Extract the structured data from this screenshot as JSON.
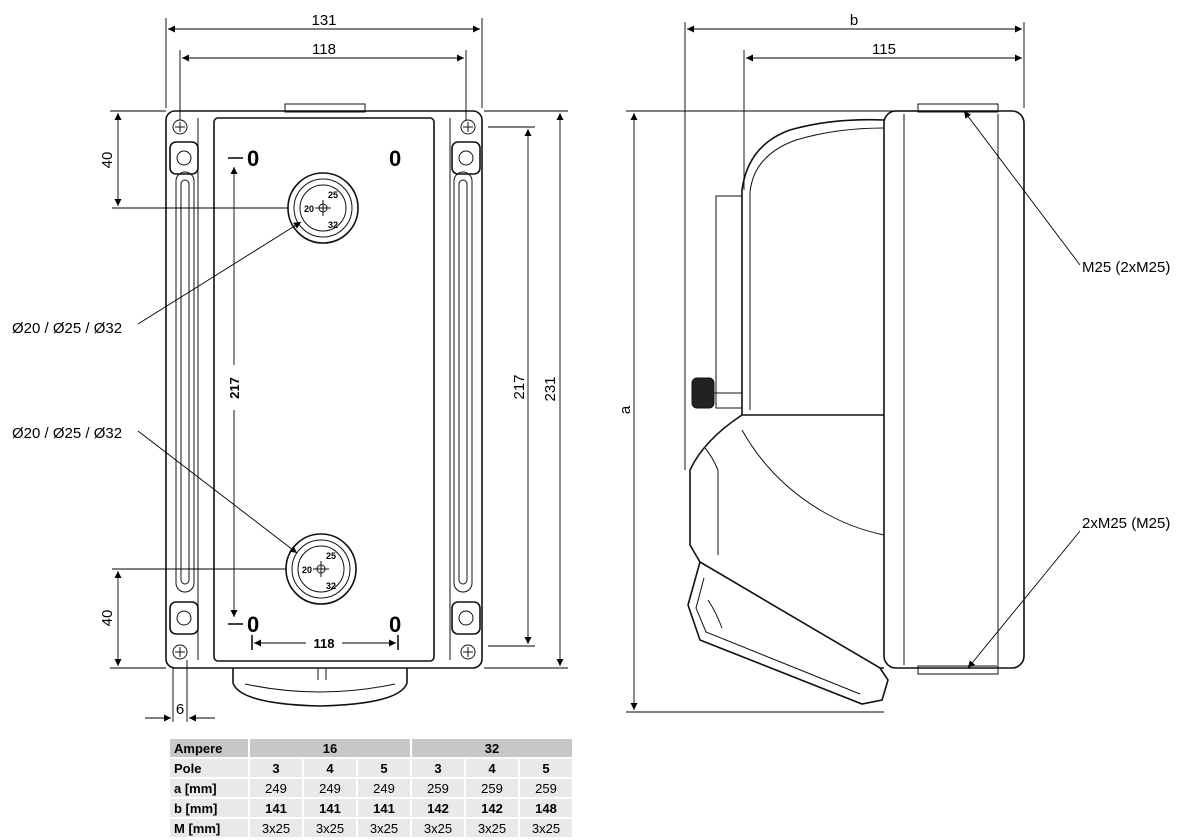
{
  "front_view": {
    "dim_width_outer": "131",
    "dim_width_inner": "118",
    "dim_top_offset": "40",
    "dim_bottom_offset": "40",
    "dim_edge": "6",
    "dim_height_inner": "217",
    "dim_height_outer": "231",
    "panel_height_label": "217",
    "panel_width_label": "118",
    "hole_callout_top": "Ø20 / Ø25 / Ø32",
    "hole_callout_bottom": "Ø20 / Ø25 / Ø32",
    "corner_marks": [
      "0",
      "0",
      "0",
      "0"
    ],
    "knockout_rings": [
      "20",
      "25",
      "32"
    ]
  },
  "side_view": {
    "dim_depth_total": "b",
    "dim_depth_body": "115",
    "dim_height_total": "a",
    "callout_top": "M25 (2xM25)",
    "callout_bottom": "2xM25 (M25)"
  },
  "table": {
    "header": {
      "label": "Ampere",
      "groups": [
        "16",
        "32"
      ]
    },
    "rows": [
      {
        "label": "Pole",
        "values": [
          "3",
          "4",
          "5",
          "3",
          "4",
          "5"
        ],
        "bold": true
      },
      {
        "label": "a [mm]",
        "values": [
          "249",
          "249",
          "249",
          "259",
          "259",
          "259"
        ],
        "bold": false
      },
      {
        "label": "b [mm]",
        "values": [
          "141",
          "141",
          "141",
          "142",
          "142",
          "148"
        ],
        "bold": true
      },
      {
        "label": "M [mm]",
        "values": [
          "3x25",
          "3x25",
          "3x25",
          "3x25",
          "3x25",
          "3x25"
        ],
        "bold": false
      }
    ]
  }
}
